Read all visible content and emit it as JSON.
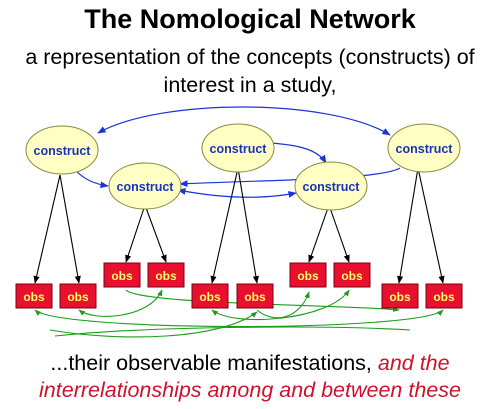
{
  "title": "The Nomological Network",
  "subtitle": {
    "line1": "a representation of the concepts (constructs) of",
    "line2": "interest in a study,"
  },
  "caption": {
    "line1_plain": "...their observable manifestations, ",
    "line1_emph": "and the",
    "line2_emph": "interrelationships among and between these"
  },
  "construct_label": "construct",
  "obs_label": "obs",
  "colors": {
    "construct_fill": "#ffffc4",
    "construct_text": "#1a34b8",
    "obs_fill": "#e8102e",
    "obs_text": "#ffff66",
    "construct_links": "#1a34d8",
    "obs_links": "#1c9c1c",
    "arrows": "#000000",
    "emphasis": "#d0112b"
  }
}
